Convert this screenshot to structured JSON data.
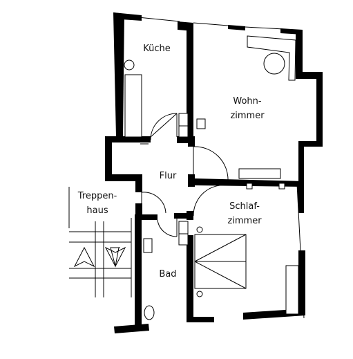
{
  "rooms": {
    "kueche": "Küche",
    "wohn_1": "Wohn-",
    "wohn_2": "zimmer",
    "flur": "Flur",
    "trepp_1": "Treppen-",
    "trepp_2": "haus",
    "schlaf_1": "Schlaf-",
    "schlaf_2": "zimmer",
    "bad": "Bad"
  }
}
